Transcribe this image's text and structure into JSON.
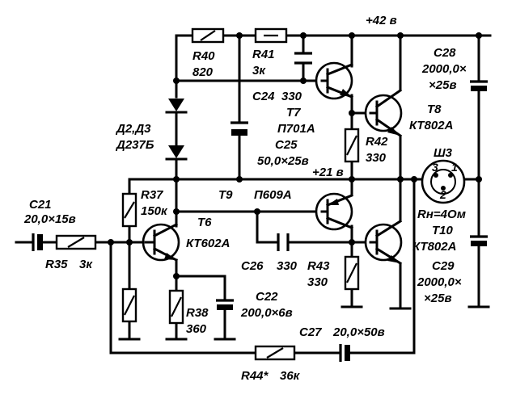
{
  "labels": {
    "vplus42": "+42 в",
    "vplus21": "+21 в",
    "r40": "R40",
    "r40v": "820",
    "r41": "R41",
    "r41v": "3к",
    "c24": "C24",
    "c24v": "330",
    "t7": "T7",
    "t7type": "П701А",
    "t8": "T8",
    "t8type": "КТ802А",
    "c25": "C25",
    "c25v": "50,0×25в",
    "r42": "R42",
    "r42v": "330",
    "c28": "C28",
    "c28v1": "2000,0×",
    "c28v2": "×25в",
    "d23": "Д2,Д3",
    "d237": "Д237Б",
    "sh3": "Ш3",
    "rh": "Rн=4Ом",
    "t9": "T9",
    "t9type": "П609А",
    "t10": "T10",
    "t10type": "КТ802А",
    "c29": "C29",
    "c29v1": "2000,0×",
    "c29v2": "×25в",
    "r37": "R37",
    "r37v": "150к",
    "t6": "T6",
    "t6type": "КТ602А",
    "c21": "C21",
    "c21v": "20,0×15в",
    "r35": "R35",
    "r35v": "3к",
    "c26": "C26",
    "c26v": "330",
    "r43": "R43",
    "r43v": "330",
    "r38": "R38",
    "r38v": "360",
    "c22": "C22",
    "c22v": "200,0×6в",
    "c27": "C27",
    "c27v": "20,0×50в",
    "r44": "R44*",
    "r44v": "36к",
    "pin1": "1",
    "pin2": "2",
    "pin3": "3"
  }
}
